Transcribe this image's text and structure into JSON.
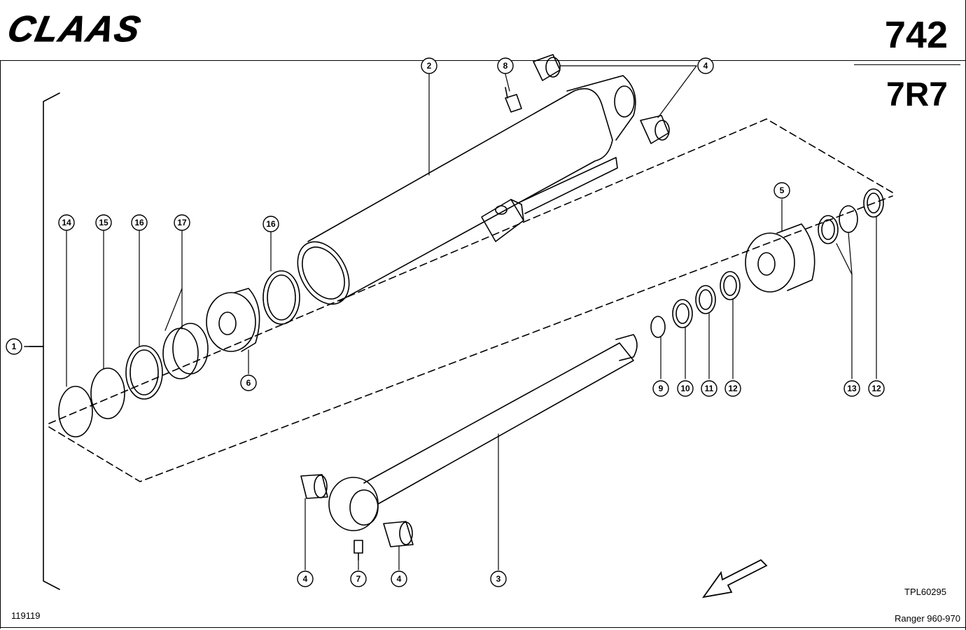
{
  "header": {
    "brand": "CLAAS",
    "page_number": "742",
    "group_code": "7R7"
  },
  "footer": {
    "drawing_id": "119119",
    "figure_ref": "TPL60295",
    "model": "Ranger 960-970"
  },
  "callouts": [
    {
      "id": "c1",
      "label": "1"
    },
    {
      "id": "c2",
      "label": "2"
    },
    {
      "id": "c3",
      "label": "3"
    },
    {
      "id": "c4a",
      "label": "4"
    },
    {
      "id": "c4b",
      "label": "4"
    },
    {
      "id": "c4c",
      "label": "4"
    },
    {
      "id": "c5",
      "label": "5"
    },
    {
      "id": "c6",
      "label": "6"
    },
    {
      "id": "c7",
      "label": "7"
    },
    {
      "id": "c8",
      "label": "8"
    },
    {
      "id": "c9",
      "label": "9"
    },
    {
      "id": "c10",
      "label": "10"
    },
    {
      "id": "c11",
      "label": "11"
    },
    {
      "id": "c12a",
      "label": "12"
    },
    {
      "id": "c12b",
      "label": "12"
    },
    {
      "id": "c13",
      "label": "13"
    },
    {
      "id": "c14",
      "label": "14"
    },
    {
      "id": "c15",
      "label": "15"
    },
    {
      "id": "c16a",
      "label": "16"
    },
    {
      "id": "c16b",
      "label": "16"
    },
    {
      "id": "c17",
      "label": "17"
    }
  ],
  "icons": {
    "direction": "arrow-icon"
  }
}
